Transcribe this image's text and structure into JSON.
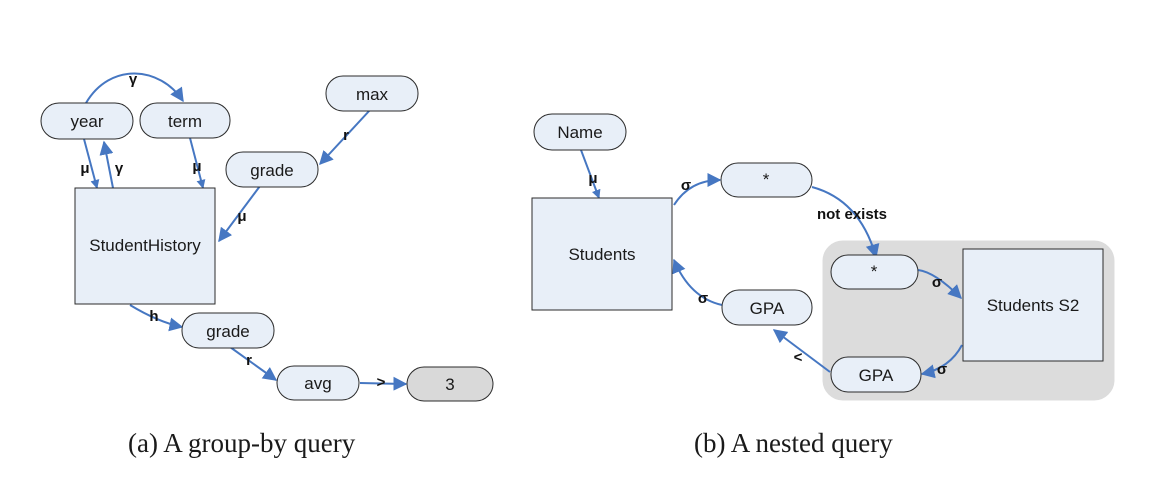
{
  "colors": {
    "node_fill": "#e8eff8",
    "node_stroke": "#2b2b2b",
    "const_fill": "#d9d9d9",
    "edge": "#4677c2",
    "group_fill": "#dcdcdc"
  },
  "panel_a": {
    "caption": "(a)  A group-by query",
    "nodes": {
      "year": "year",
      "term": "term",
      "max": "max",
      "grade_top": "grade",
      "student_history": "StudentHistory",
      "grade_bottom": "grade",
      "avg": "avg",
      "const": "3"
    },
    "edges": {
      "year_term": "γ",
      "year_sh": "μ",
      "sh_year": "γ",
      "term_sh": "μ",
      "max_grade": "r",
      "grade_sh": "μ",
      "sh_grade": "h",
      "grade_avg": "r",
      "avg_const": ">"
    }
  },
  "panel_b": {
    "caption": "(b)  A nested query",
    "nodes": {
      "name": "Name",
      "students": "Students",
      "star_top": "*",
      "gpa_left": "GPA",
      "star_inner": "*",
      "students_s2": "Students S2",
      "gpa_inner": "GPA"
    },
    "edges": {
      "name_students": "μ",
      "students_star": "σ",
      "star_star": "not exists",
      "star_s2": "σ",
      "s2_gpa": "σ",
      "gpa_gpa": "<",
      "gpa_students": "σ"
    }
  }
}
